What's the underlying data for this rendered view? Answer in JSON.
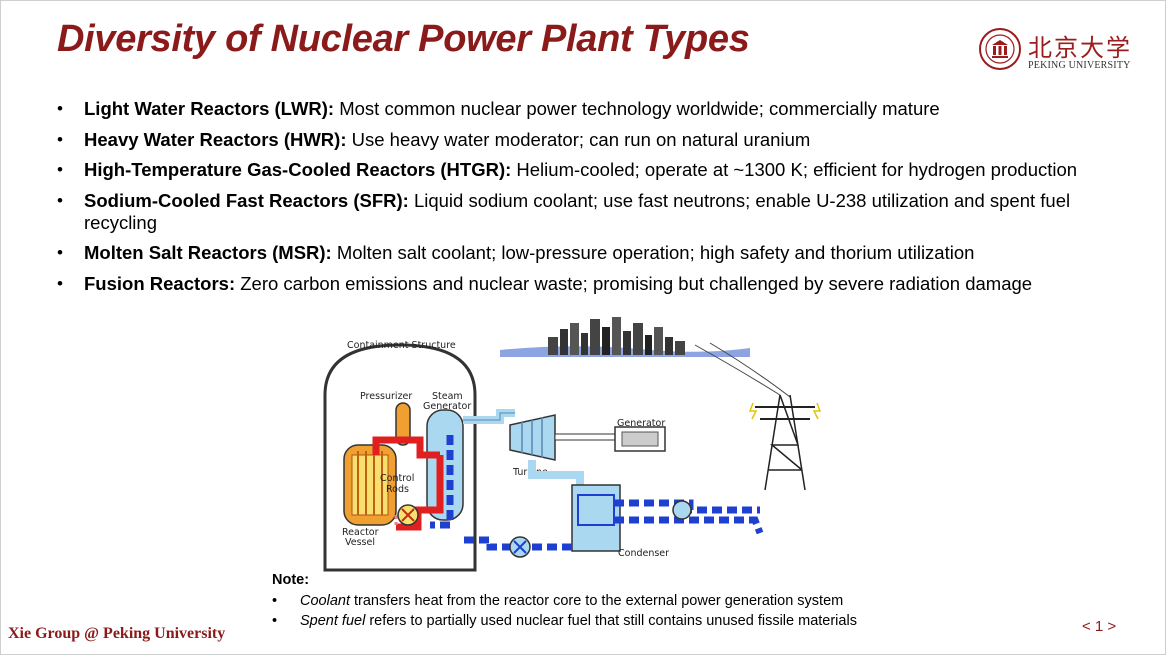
{
  "title": "Diversity of Nuclear Power Plant Types",
  "logo": {
    "cn": "北京大学",
    "en": "PEKING UNIVERSITY"
  },
  "bullets": [
    {
      "term": "Light Water Reactors (LWR):",
      "desc": " Most common nuclear power technology worldwide; commercially mature"
    },
    {
      "term": "Heavy Water Reactors (HWR):",
      "desc": " Use heavy water moderator; can run on natural uranium"
    },
    {
      "term": "High-Temperature Gas-Cooled Reactors (HTGR):",
      "desc": " Helium-cooled; operate at ~1300 K; efficient for hydrogen production"
    },
    {
      "term": "Sodium-Cooled Fast Reactors (SFR):",
      "desc": " Liquid sodium coolant; use fast neutrons; enable U-238 utilization and spent fuel recycling"
    },
    {
      "term": "Molten Salt Reactors (MSR):",
      "desc": " Molten salt coolant; low-pressure operation; high safety and thorium utilization"
    },
    {
      "term": "Fusion Reactors:",
      "desc": " Zero carbon emissions and nuclear waste; promising but challenged by severe radiation damage"
    }
  ],
  "diagram": {
    "containment": "Containment Structure",
    "pressurizer": "Pressurizer",
    "steam_generator_1": "Steam",
    "steam_generator_2": "Generator",
    "control_rods_1": "Control",
    "control_rods_2": "Rods",
    "reactor_vessel_1": "Reactor",
    "reactor_vessel_2": "Vessel",
    "turbine": "Turbine",
    "generator": "Generator",
    "condenser": "Condenser"
  },
  "note": {
    "title": "Note:",
    "items": [
      {
        "term": "Coolant",
        "desc": " transfers heat from the reactor core to the external power generation system"
      },
      {
        "term": "Spent fuel",
        "desc": " refers to partially used nuclear fuel that still contains unused fissile materials"
      }
    ]
  },
  "footer": "Xie Group @ Peking University",
  "page_number": "< 1 >",
  "colors": {
    "title": "#8b1a1a",
    "hot_loop": "#e02020",
    "cold_loop": "#1f3fd0",
    "water": "#a9d8f0"
  }
}
